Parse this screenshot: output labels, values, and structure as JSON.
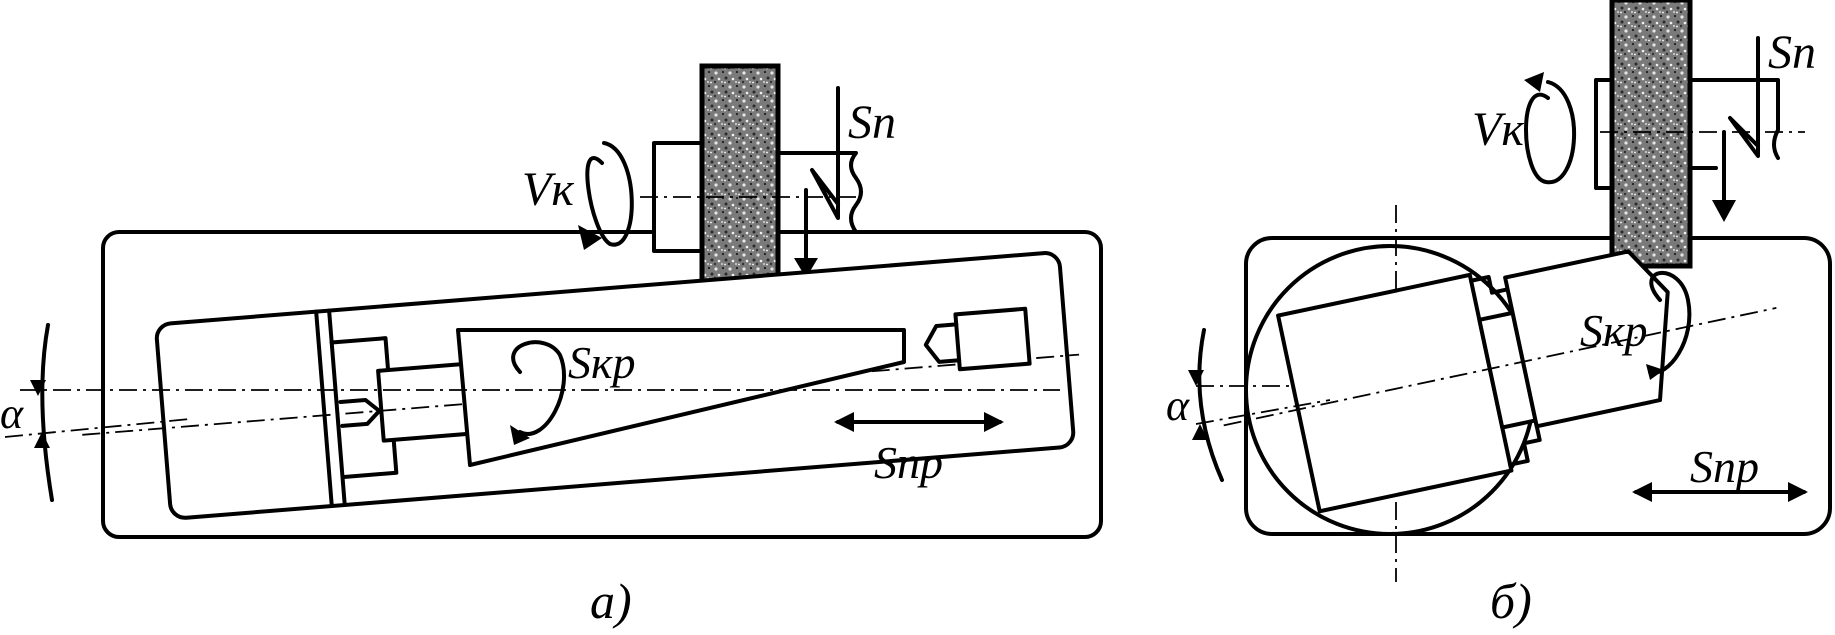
{
  "diagram": {
    "panel_a": {
      "caption": "а)",
      "labels": {
        "vk": "Vк",
        "sn": "Sп",
        "skr": "Sкр",
        "spr": "Sпр",
        "alpha": "α"
      }
    },
    "panel_b": {
      "caption": "б)",
      "labels": {
        "vk": "Vк",
        "sn": "Sп",
        "skr": "Sкр",
        "spr": "Sпр",
        "alpha": "α"
      }
    },
    "colors": {
      "line": "#000000",
      "background": "#ffffff",
      "wheel_texture": "#6d6d6d"
    }
  }
}
